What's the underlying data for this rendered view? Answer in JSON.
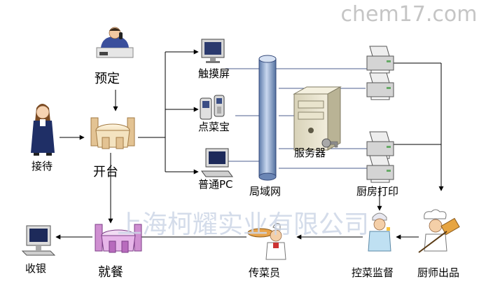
{
  "watermark_top": "chem17.com",
  "watermark_center": "上海柯耀实业有限公司",
  "labels": {
    "reserve": "预定",
    "reception": "接待",
    "open_table": "开台",
    "dining": "就餐",
    "cashier": "收银",
    "touchscreen": "触摸屏",
    "ordering_device": "点菜宝",
    "regular_pc": "普通PC",
    "lan": "局域网",
    "server": "服务器",
    "kitchen_print": "厨房打印",
    "waiter": "传菜员",
    "dish_control": "控菜监督",
    "chef_output": "厨师出品"
  },
  "colors": {
    "line": "#000000",
    "lan_line": "#4d5f8f",
    "lan_column": "#8fa8cf",
    "watermark": "#c5c5c5",
    "watermark_center": "#cdd6e6"
  },
  "icons": {
    "reserve": "person-on-phone-icon",
    "reception": "receptionist-icon",
    "open_table": "dining-table-icon",
    "dining": "dining-table-icon",
    "cashier": "pc-icon",
    "touchscreen": "monitor-icon",
    "ordering_device": "handheld-device-icon",
    "regular_pc": "pc-icon",
    "server": "server-icon",
    "printers": "printer-icon",
    "waiter": "waiter-icon",
    "dish_control": "supervisor-icon",
    "chef_output": "chef-icon"
  }
}
